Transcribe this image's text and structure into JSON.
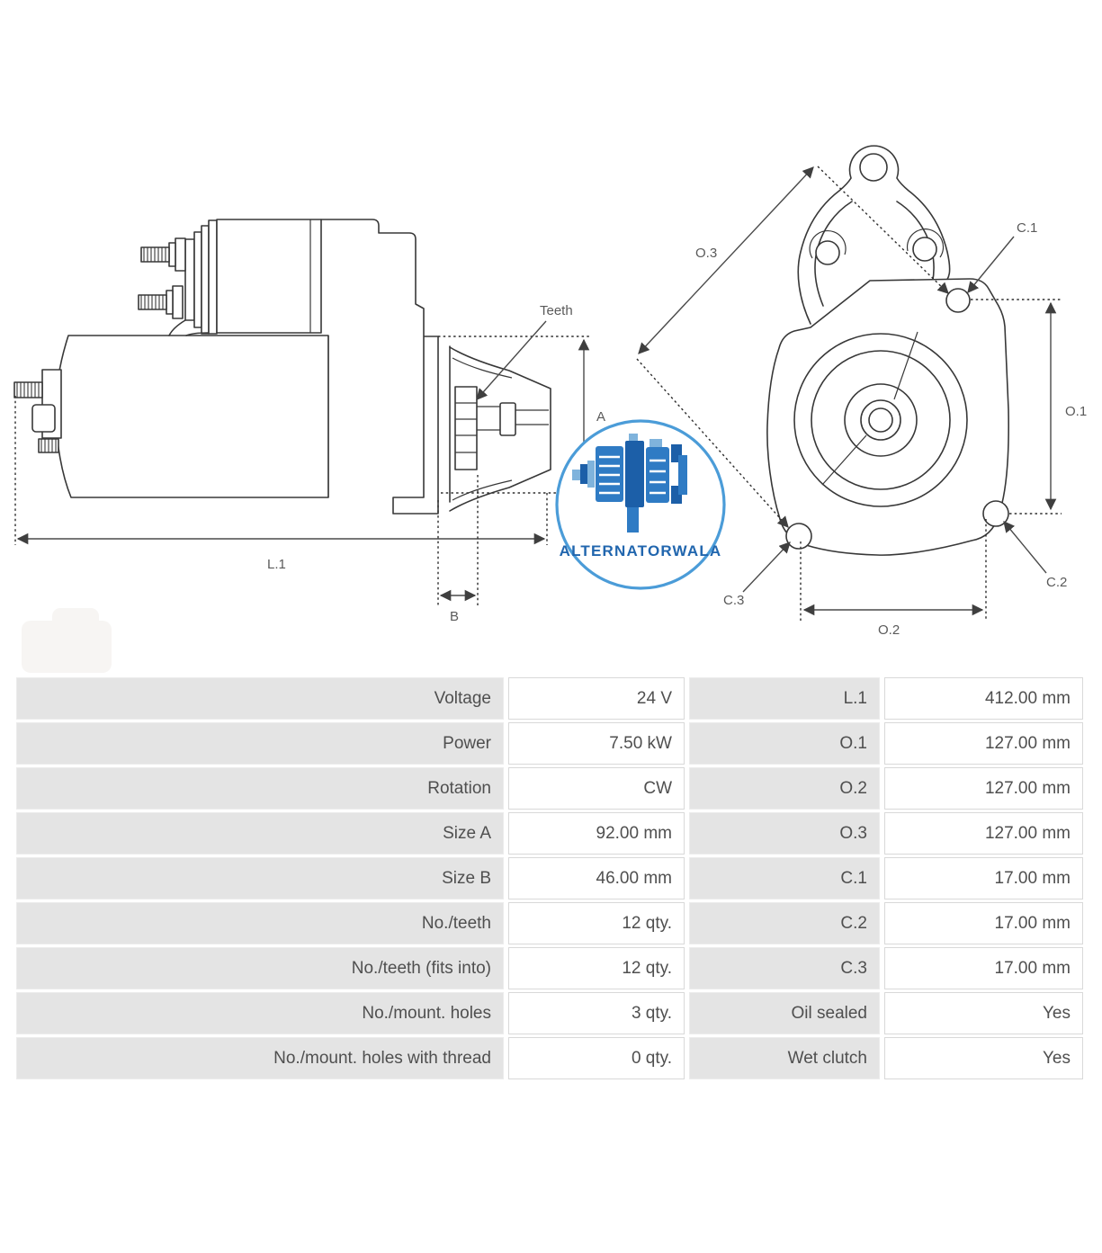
{
  "side_view": {
    "teeth_label": "Teeth",
    "dim_a": "A",
    "dim_b": "B",
    "dim_l1": "L.1"
  },
  "front_view": {
    "dim_o1": "O.1",
    "dim_o2": "O.2",
    "dim_o3": "O.3",
    "dim_c1": "C.1",
    "dim_c2": "C.2",
    "dim_c3": "C.3"
  },
  "logo": {
    "text": "ALTERNATORWALA"
  },
  "spec_table": {
    "rows": [
      {
        "label": "Voltage",
        "value": "24 V",
        "label2": "L.1",
        "value2": "412.00 mm"
      },
      {
        "label": "Power",
        "value": "7.50 kW",
        "label2": "O.1",
        "value2": "127.00 mm"
      },
      {
        "label": "Rotation",
        "value": "CW",
        "label2": "O.2",
        "value2": "127.00 mm"
      },
      {
        "label": "Size A",
        "value": "92.00 mm",
        "label2": "O.3",
        "value2": "127.00 mm"
      },
      {
        "label": "Size B",
        "value": "46.00 mm",
        "label2": "C.1",
        "value2": "17.00 mm"
      },
      {
        "label": "No./teeth",
        "value": "12 qty.",
        "label2": "C.2",
        "value2": "17.00 mm"
      },
      {
        "label": "No./teeth (fits into)",
        "value": "12 qty.",
        "label2": "C.3",
        "value2": "17.00 mm"
      },
      {
        "label": "No./mount. holes",
        "value": "3 qty.",
        "label2": "Oil sealed",
        "value2": "Yes"
      },
      {
        "label": "No./mount. holes with thread",
        "value": "0 qty.",
        "label2": "Wet clutch",
        "value2": "Yes"
      }
    ]
  },
  "colors": {
    "line_dark": "#383838",
    "dim_gray": "#4a4a4a",
    "label_gray": "#5a5a5a",
    "logo_blue": "#2f7bc4",
    "logo_dark_blue": "#1c5fa8",
    "logo_light_blue": "#7fb3dc",
    "logo_text_blue": "#2166ae",
    "logo_ring_blue": "#4b9cd8",
    "table_label_bg": "#e4e4e4",
    "table_border": "#d9d9d9",
    "table_text": "#4f4f4f",
    "watermark": "#f7f5f3"
  }
}
